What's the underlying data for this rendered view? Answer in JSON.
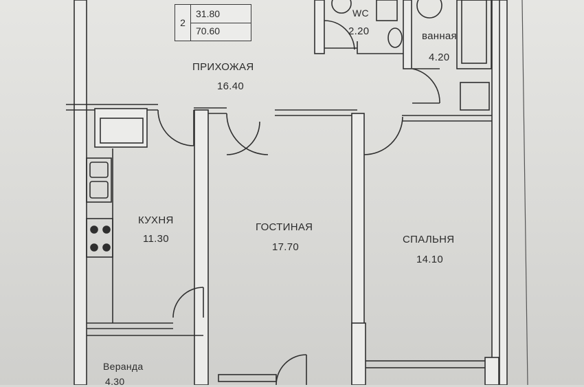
{
  "plan": {
    "rooms_count": "2",
    "area_living": "31.80",
    "area_total": "70.60",
    "rooms": {
      "hall": {
        "name": "ПРИХОЖАЯ",
        "area": "16.40"
      },
      "wc": {
        "name": "WC",
        "area": "2.20"
      },
      "bath": {
        "name": "ванная",
        "area": "4.20"
      },
      "kitchen": {
        "name": "КУХНЯ",
        "area": "11.30"
      },
      "living": {
        "name": "ГОСТИНАЯ",
        "area": "17.70"
      },
      "bedroom": {
        "name": "СПАЛЬНЯ",
        "area": "14.10"
      },
      "veranda": {
        "name": "Веранда",
        "area": "4.30"
      }
    }
  },
  "colors": {
    "paper": "#d9d9d6",
    "wall": "#ecece8",
    "line": "#2f2f2f"
  }
}
